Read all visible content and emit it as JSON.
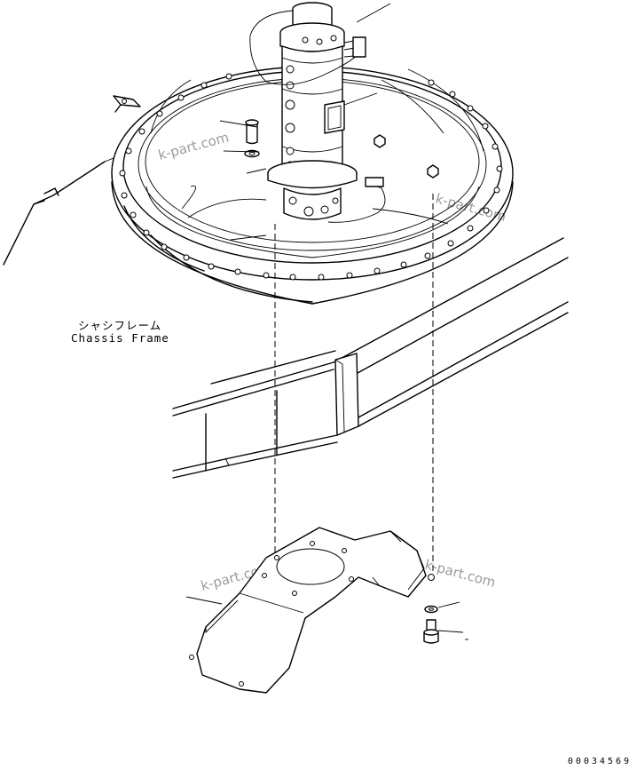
{
  "labels": {
    "chassis_frame_jp": "シャシフレーム",
    "chassis_frame_en": "Chassis Frame"
  },
  "watermarks": [
    "k-part.com",
    "k-part.com",
    "k-part.com",
    "k-part.com"
  ],
  "figure_number": "00034569",
  "colors": {
    "line": "#000000",
    "watermark": "#9a9a9a",
    "background": "#ffffff"
  }
}
